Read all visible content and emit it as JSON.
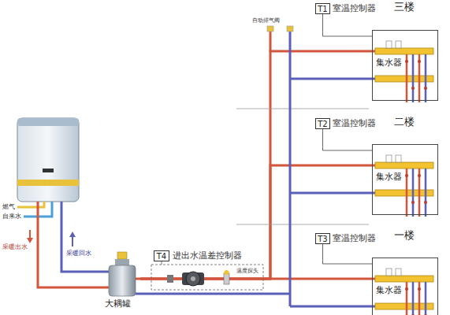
{
  "diagram": {
    "nodes": [
      {
        "text": [
          "T1"
        ]
      },
      {
        "text": [
          "集水器"
        ]
      },
      {
        "text": [
          "T2"
        ]
      },
      {
        "text": [
          "集水器"
        ]
      },
      {
        "text": [
          "T3"
        ]
      },
      {
        "text": [
          "集水器"
        ]
      },
      {
        "text": [
          "T4"
        ]
      },
      {
        "text": [
          "大耦罐"
        ]
      }
    ],
    "edges": [
      {
        "from": 0,
        "to": 1,
        "arrow": "none"
      },
      {
        "from": 2,
        "to": 3,
        "arrow": "none"
      },
      {
        "from": 4,
        "to": 5,
        "arrow": "none"
      },
      {
        "from": 7,
        "to": 1,
        "arrow": "none"
      },
      {
        "from": 7,
        "to": 3,
        "arrow": "none"
      },
      {
        "from": 7,
        "to": 5,
        "arrow": "none"
      }
    ],
    "labels": [
      "三楼",
      "室温控制器",
      "二楼",
      "室温控制器",
      "一楼",
      "室温控制器",
      "燃气",
      "自来水",
      "采暖出水",
      "采暖回水",
      "进出水温差控制器",
      "温度探头",
      "自动排气阀"
    ]
  }
}
